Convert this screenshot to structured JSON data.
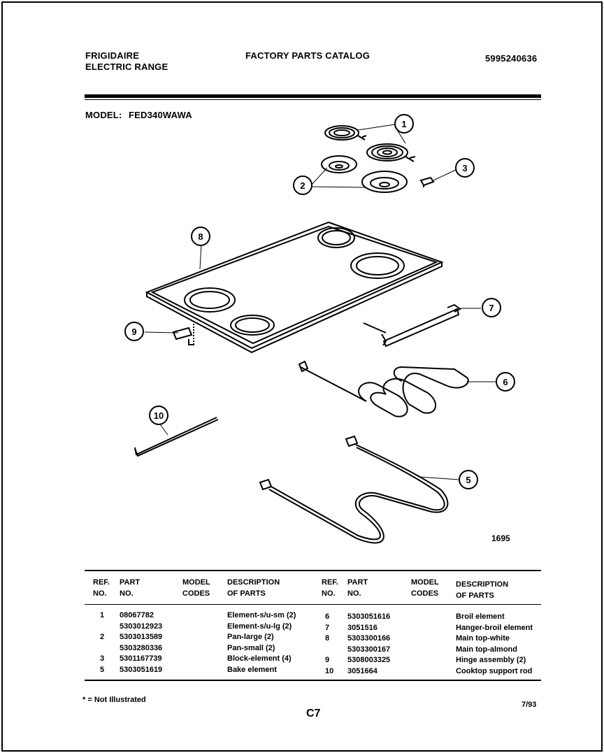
{
  "header": {
    "brand": "FRIGIDAIRE",
    "product": "ELECTRIC RANGE",
    "catalog_title": "FACTORY PARTS CATALOG",
    "catalog_number": "5995240636",
    "model_label": "MODEL:",
    "model_value": "FED340WAWA"
  },
  "diagram": {
    "callouts": [
      "1",
      "2",
      "3",
      "6",
      "7",
      "8",
      "9",
      "10",
      "5"
    ],
    "figure_number": "1695"
  },
  "table": {
    "headers": {
      "ref": "REF.",
      "ref2": "NO.",
      "part": "PART",
      "part2": "NO.",
      "model": "MODEL",
      "model2": "CODES",
      "desc": "DESCRIPTION",
      "desc2": "OF PARTS"
    },
    "left": {
      "refs": [
        "1",
        "",
        "2",
        "",
        "3",
        "5"
      ],
      "parts": [
        "08067782",
        "5303012923",
        "5303013589",
        "5303280336",
        "5301167739",
        "5303051619"
      ],
      "descs": [
        "Element-s/u-sm (2)",
        "Element-s/u-lg (2)",
        "Pan-large (2)",
        "Pan-small (2)",
        "Block-element (4)",
        "Bake element"
      ]
    },
    "right": {
      "refs": [
        "6",
        "7",
        "8",
        "",
        "9",
        "10"
      ],
      "parts": [
        "5303051616",
        "3051516",
        "5303300166",
        "5303300167",
        "5308003325",
        "3051664"
      ],
      "descs": [
        "Broil element",
        "Hanger-broil element",
        "Main top-white",
        "Main top-almond",
        "Hinge assembly (2)",
        "Cooktop support rod"
      ]
    }
  },
  "footer": {
    "note": "* = Not Illustrated",
    "page_code": "C7",
    "date": "7/93"
  }
}
